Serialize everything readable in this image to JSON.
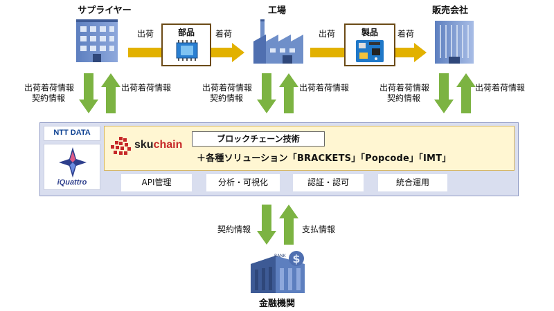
{
  "nodes": {
    "supplier": "サプライヤー",
    "factory": "工場",
    "sales_company": "販売会社",
    "financial_institution": "金融機関"
  },
  "items": {
    "parts": "部品",
    "products": "製品"
  },
  "flow_labels": {
    "shipment": "出荷",
    "receipt": "着荷"
  },
  "info_labels": {
    "shipping_receipt_info": "出荷着荷情報",
    "contract_info": "契約情報",
    "payment_info": "支払情報"
  },
  "platform": {
    "ntt_logo": "NTT DATA",
    "iquattro_logo": "iQuattro",
    "skuchain_prefix": "sku",
    "skuchain_suffix": "chain",
    "blockchain_tech": "ブロックチェーン技術",
    "solutions": "＋各種ソリューション「BRACKETS」「Popcode」「IMT」",
    "features": [
      "API管理",
      "分析・可視化",
      "認証・認可",
      "統合運用"
    ]
  },
  "bank_sign": "BANK",
  "colors": {
    "arrow_green": "#7cb342",
    "arrow_yellow": "#e2b100",
    "platform_bg": "#d9deef",
    "panel_bg": "#fff6d2",
    "skuchain_red": "#c62828"
  }
}
